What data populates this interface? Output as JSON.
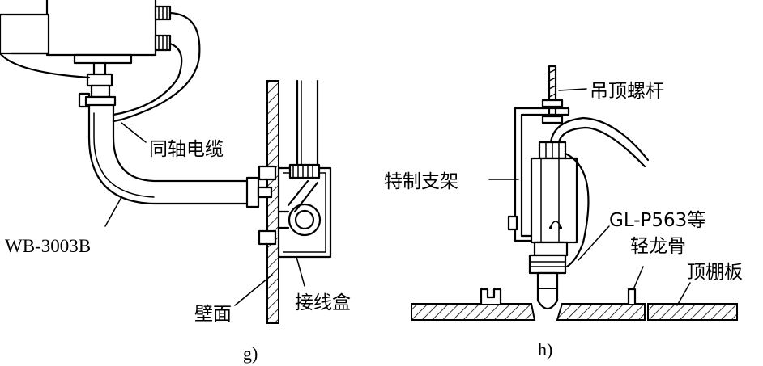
{
  "figure_g": {
    "caption": "g)",
    "labels": {
      "coax_cable": "同轴电缆",
      "model": "WB-3003B",
      "wall": "壁面",
      "junction_box": "接线盒"
    }
  },
  "figure_h": {
    "caption": "h)",
    "labels": {
      "ceiling_rod": "吊顶螺杆",
      "bracket": "特制支架",
      "keel_line1": "GL-P563等",
      "keel_line2": "轻龙骨",
      "ceiling_panel": "顶棚板"
    }
  }
}
